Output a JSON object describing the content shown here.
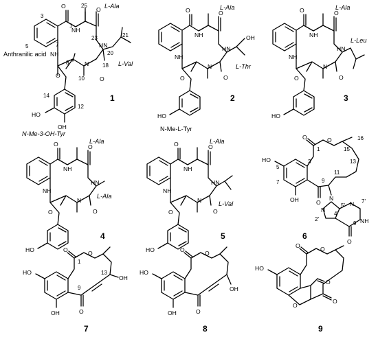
{
  "compounds": [
    {
      "number": "1",
      "residues": [
        "L-Ala",
        "L-Val",
        "Anthranilic acid",
        "N-Me-3-OH-Tyr"
      ]
    },
    {
      "number": "2",
      "residues": [
        "L-Ala",
        "L-Thr",
        "N-Me-L-Tyr"
      ]
    },
    {
      "number": "3",
      "residues": [
        "L-Ala",
        "L-Leu"
      ]
    },
    {
      "number": "4",
      "residues": [
        "L-Ala",
        "L-Ala"
      ]
    },
    {
      "number": "5",
      "residues": [
        "L-Ala",
        "L-Val"
      ]
    },
    {
      "number": "6",
      "residues": []
    },
    {
      "number": "7",
      "residues": []
    },
    {
      "number": "8",
      "residues": []
    },
    {
      "number": "9",
      "residues": []
    }
  ],
  "atoms": {
    "oxygen": "O",
    "nh": "NH",
    "hn": "HN",
    "n": "N",
    "oh": "OH",
    "ho": "HO"
  },
  "numbering": {
    "c1": [
      "1",
      "3",
      "5",
      "7",
      "8",
      "10",
      "12",
      "14",
      "18",
      "20",
      "21",
      "23",
      "25"
    ],
    "c6": [
      "1",
      "3",
      "5",
      "7",
      "9",
      "11",
      "13",
      "15",
      "16",
      "2'",
      "4'",
      "5'",
      "7'",
      "9'"
    ],
    "c7": [
      "1",
      "9",
      "13"
    ]
  }
}
